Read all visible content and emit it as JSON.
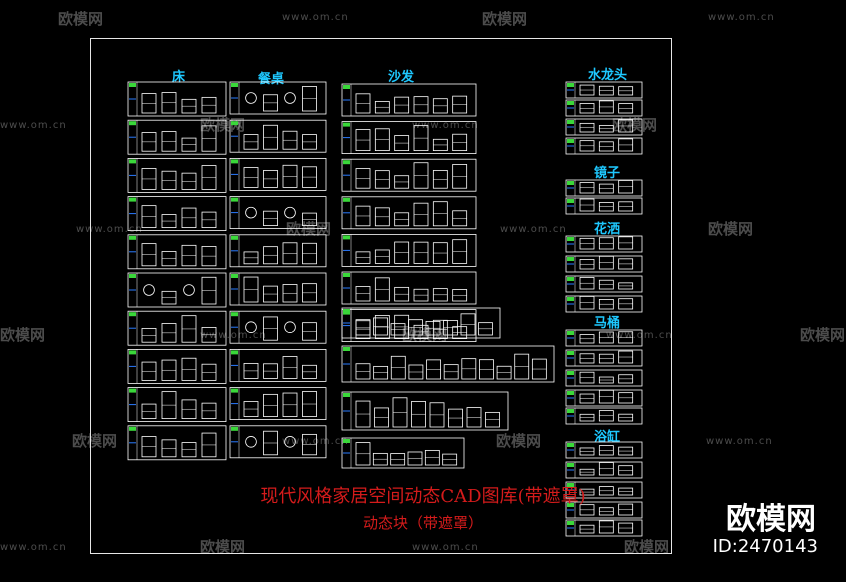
{
  "watermark": {
    "brand": "欧模网",
    "url": "www.om.cn"
  },
  "categories": {
    "bed": "床",
    "dining": "餐桌",
    "sofa": "沙发",
    "faucet": "水龙头",
    "mirror": "镜子",
    "shower": "花洒",
    "toilet": "马桶",
    "bathtub": "浴缸"
  },
  "title_main": "现代风格家居空间动态CAD图库(带遮罩)",
  "title_sub": "动态块（带遮罩）",
  "corner_brand": "欧模网",
  "corner_id": "ID:2470143",
  "colors": {
    "background": "#000000",
    "frame": "#e6e6e6",
    "category_label": "#1ec8ff",
    "title": "#d41b1b",
    "drawing_lines": "#ffffff",
    "tag_green": "#3ad83a",
    "tag_blue": "#2a7bff",
    "watermark": "#8a8a8a"
  }
}
